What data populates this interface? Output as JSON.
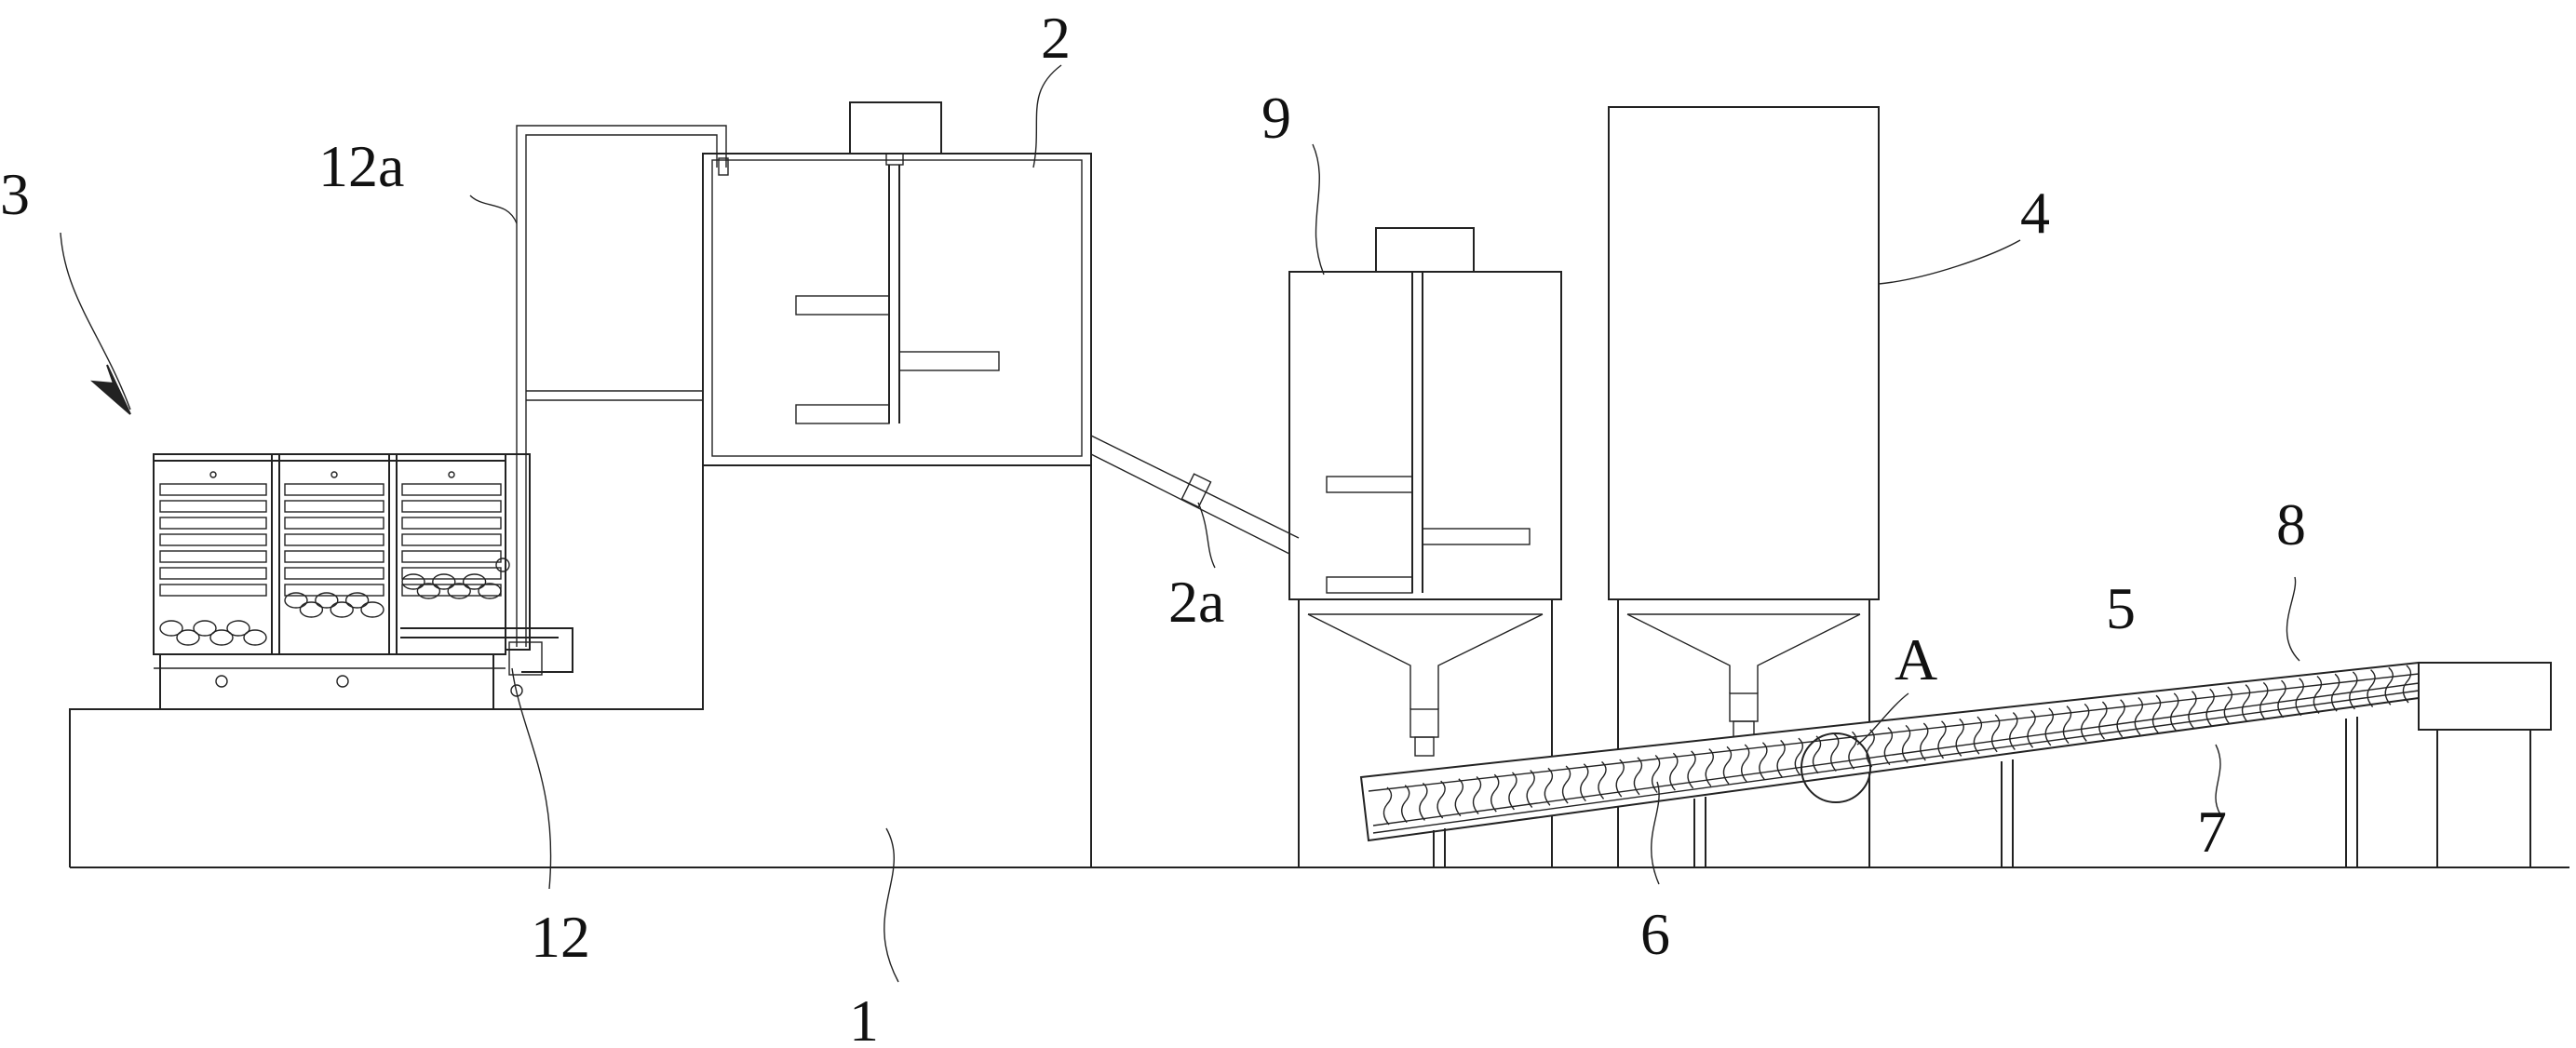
{
  "figure": {
    "labels": {
      "base": "1",
      "mixing_tank": "2",
      "mixing_tank_pipe": "2a",
      "screening_unit": "3",
      "silo": "4",
      "conveyor": "5",
      "screw_blade": "6",
      "screw_shaft": "7",
      "outlet_box": "8",
      "secondary_tank": "9",
      "water_tank": "12",
      "water_pipe": "12a",
      "detail_marker": "A"
    }
  },
  "colors": {
    "line": "#222222",
    "background": "#ffffff"
  }
}
